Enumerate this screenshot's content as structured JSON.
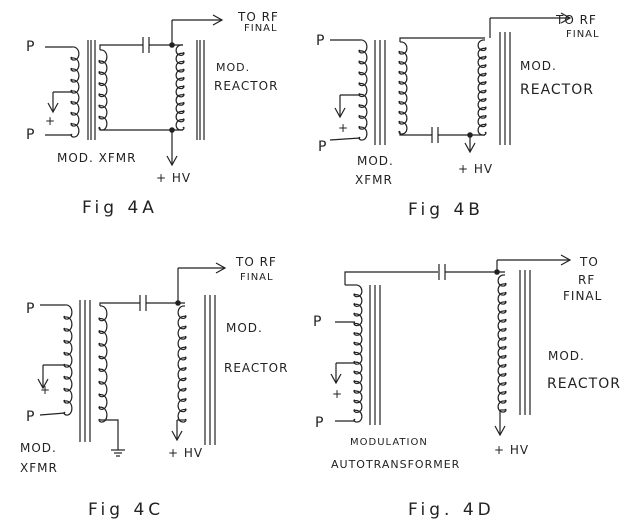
{
  "figures": [
    {
      "caption": "Fig 4A",
      "primary_top": "P",
      "primary_bottom": "P",
      "plus": "+",
      "xfmr_label": "MOD. XFMR",
      "reactor_label_1": "MOD.",
      "reactor_label_2": "REACTOR",
      "out_label_1": "TO RF",
      "out_label_2": "FINAL",
      "hv_label": "+ HV"
    },
    {
      "caption": "Fig 4B",
      "primary_top": "P",
      "primary_bottom": "P",
      "plus": "+",
      "xfmr_label_1": "MOD.",
      "xfmr_label_2": "XFMR",
      "reactor_label_1": "MOD.",
      "reactor_label_2": "REACTOR",
      "out_label_1": "TO RF",
      "out_label_2": "FINAL",
      "hv_label": "+ HV"
    },
    {
      "caption": "Fig 4C",
      "primary_top": "P",
      "primary_bottom": "P",
      "plus": "+",
      "xfmr_label_1": "MOD.",
      "xfmr_label_2": "XFMR",
      "reactor_label_1": "MOD.",
      "reactor_label_2": "REACTOR",
      "out_label_1": "TO RF",
      "out_label_2": "FINAL",
      "hv_label": "+ HV"
    },
    {
      "caption": "Fig. 4D",
      "primary_top": "P",
      "primary_bottom": "P",
      "plus": "+",
      "xfmr_label_1": "MODULATION",
      "xfmr_label_2": "AUTOTRANSFORMER",
      "reactor_label_1": "MOD.",
      "reactor_label_2": "REACTOR",
      "out_label_1": "TO",
      "out_label_2": "RF",
      "out_label_3": "FINAL",
      "hv_label": "+ HV"
    }
  ],
  "colors": {
    "ink": "#222222",
    "paper": "#ffffff"
  }
}
